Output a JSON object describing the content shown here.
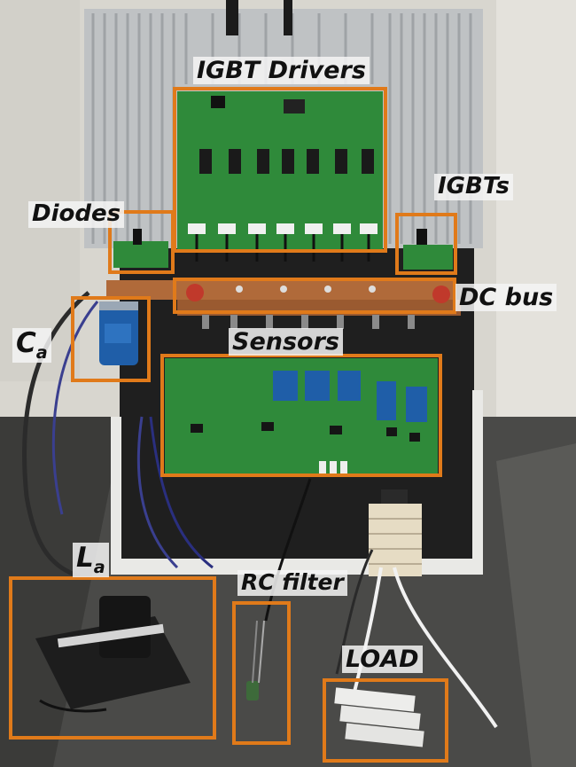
{
  "photo": {
    "colors": {
      "wall": "#dcdad3",
      "table": "#4a4a48",
      "heatsink": "#bfc2c4",
      "pcb": "#2f8a3a",
      "copper": "#b06a3a",
      "frame": "#1d1d1d",
      "annotation_box": "#e07a1a"
    },
    "labels": {
      "igbt_drivers": "IGBT Drivers",
      "igbts": "IGBTs",
      "diodes": "Diodes",
      "dc_bus": "DC bus",
      "ca_main": "C",
      "ca_sub": "a",
      "sensors": "Sensors",
      "la_main": "L",
      "la_sub": "a",
      "rc_filter": "RC filter",
      "load": "LOAD"
    }
  }
}
